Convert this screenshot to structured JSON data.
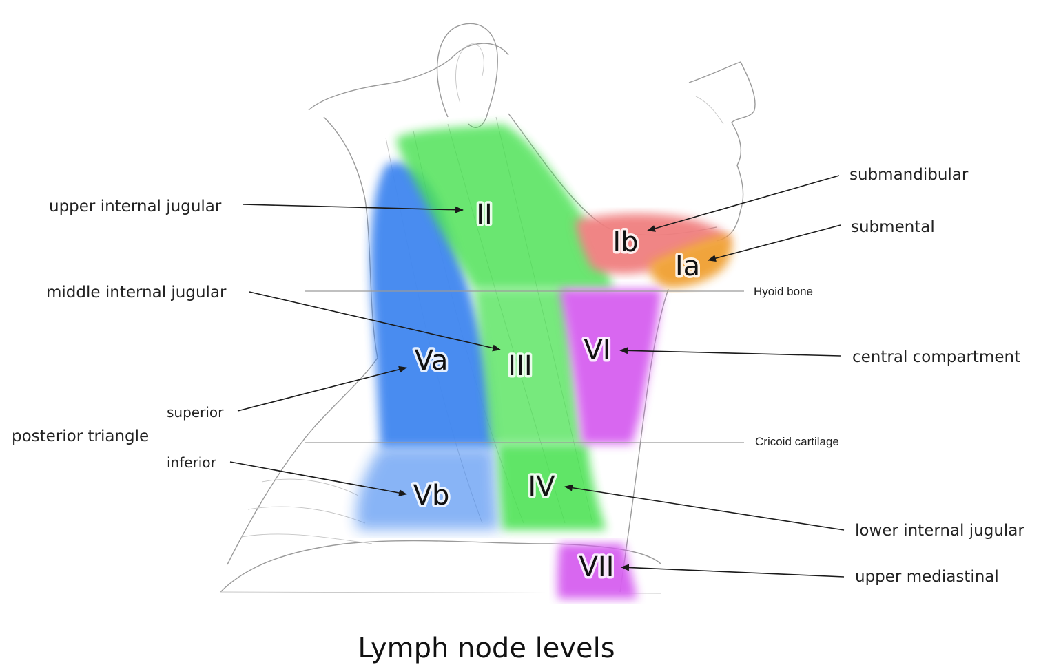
{
  "title": "Lymph node levels",
  "levels": {
    "ia": "Ia",
    "ib": "Ib",
    "ii": "II",
    "iii": "III",
    "iv": "IV",
    "va": "Va",
    "vb": "Vb",
    "vi": "VI",
    "vii": "VII"
  },
  "labels": {
    "upper_internal_jugular": "upper internal jugular",
    "middle_internal_jugular": "middle internal jugular",
    "superior": "superior",
    "posterior_triangle": "posterior triangle",
    "inferior": "inferior",
    "submandibular": "submandibular",
    "submental": "submental",
    "central_compartment": "central compartment",
    "lower_internal_jugular": "lower internal jugular",
    "upper_mediastinal": "upper mediastinal"
  },
  "landmarks": {
    "hyoid": "Hyoid bone",
    "cricoid": "Cricoid cartilage"
  },
  "colors": {
    "level_i_a": "#f0a030",
    "level_i_b": "#f07f7f",
    "level_ii_iii_iv": "#3fe04a",
    "level_v": "#3f86f0",
    "level_vi_vii": "#d65ef0"
  }
}
